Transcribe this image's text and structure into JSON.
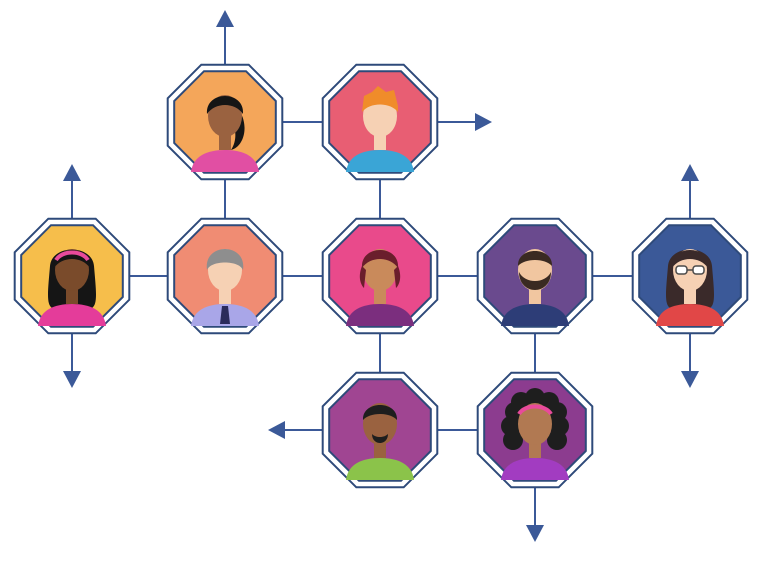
{
  "diagram": {
    "colors": {
      "line": "#3B5998",
      "octagon_border": "#2E4A7A",
      "skin_light": "#F6D1B4",
      "skin_medium": "#C98A5B",
      "skin_dark": "#7A4B2B"
    },
    "nodes": [
      {
        "id": "woman-ponytail",
        "fill": "#F4A65A",
        "skin": "#9A6240",
        "hair": "#151515",
        "shirt": "#E14FA3",
        "hair_style": "ponytail"
      },
      {
        "id": "man-orange-hair",
        "fill": "#E85E73",
        "skin": "#F6D1B4",
        "hair": "#F08C2A",
        "shirt": "#3AA5D6",
        "hair_style": "short-spiky"
      },
      {
        "id": "woman-headband",
        "fill": "#F6BE4B",
        "skin": "#7A4B2B",
        "hair": "#151515",
        "shirt": "#E43C9A",
        "hair_style": "long-headband",
        "accent": "#E84A9B"
      },
      {
        "id": "older-man-tie",
        "fill": "#F08C73",
        "skin": "#F6D1B4",
        "hair": "#8E8E8E",
        "shirt": "#A9A6E8",
        "hair_style": "gray-short",
        "accent": "#2B2B5B"
      },
      {
        "id": "woman-bob",
        "fill": "#E94A8B",
        "skin": "#C98A5B",
        "hair": "#6A1E2C",
        "shirt": "#7B2E7E",
        "hair_style": "bob"
      },
      {
        "id": "bearded-man",
        "fill": "#6A4A8E",
        "skin": "#F1C6A0",
        "hair": "#3A2A22",
        "shirt": "#2D3D77",
        "hair_style": "beard"
      },
      {
        "id": "woman-glasses",
        "fill": "#3B5998",
        "skin": "#F6D1B4",
        "hair": "#3A2A2A",
        "shirt": "#E14747",
        "hair_style": "long-glasses"
      },
      {
        "id": "man-goatee",
        "fill": "#A04592",
        "skin": "#9A6240",
        "hair": "#1E1E1E",
        "shirt": "#8BC34A",
        "hair_style": "goatee"
      },
      {
        "id": "woman-curly",
        "fill": "#8C3C8F",
        "skin": "#B17952",
        "hair": "#1E1E1E",
        "shirt": "#A23CC1",
        "hair_style": "curly",
        "accent": "#E84A9B"
      }
    ],
    "arrow_directions": [
      {
        "from": "woman-ponytail",
        "direction": "up"
      },
      {
        "from": "man-orange-hair",
        "direction": "right"
      },
      {
        "from": "woman-headband",
        "direction": "up"
      },
      {
        "from": "woman-headband",
        "direction": "down"
      },
      {
        "from": "woman-glasses",
        "direction": "up"
      },
      {
        "from": "woman-glasses",
        "direction": "down"
      },
      {
        "from": "man-goatee",
        "direction": "left"
      },
      {
        "from": "woman-curly",
        "direction": "down"
      }
    ]
  }
}
